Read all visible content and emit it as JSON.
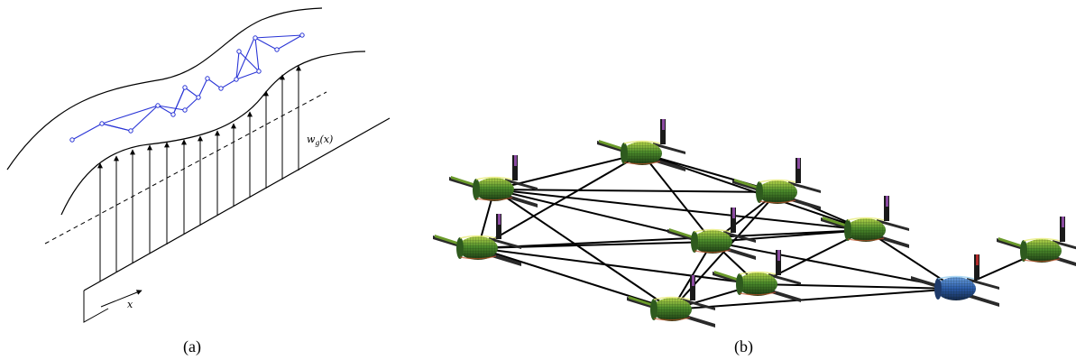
{
  "panel_a": {
    "caption": "(a)",
    "gust_label": "w",
    "gust_label_sub": "g",
    "gust_label_arg": "(x)",
    "axis_label": "x",
    "colors": {
      "formation": "#2a35d6",
      "lines": "#000000"
    }
  },
  "panel_b": {
    "caption": "(b)",
    "aircraft_count": 10,
    "colors": {
      "body": "#3a6a28",
      "body_highlight": "#9ac23a",
      "blue_aircraft": "#2a5aa8",
      "links": "#000000"
    }
  }
}
